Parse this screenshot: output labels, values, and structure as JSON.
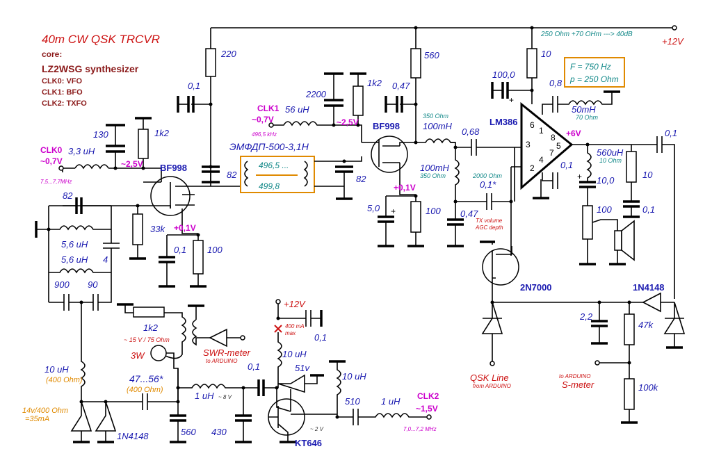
{
  "title": "40m CW QSK TRCVR",
  "core": {
    "label": "core:",
    "synth": "LZ2WSG  synthesizer",
    "clk0": "CLK0: VFO",
    "clk1": "CLK1: BFO",
    "clk2": "CLK2: TXFO"
  },
  "supply": {
    "v12": "+12V",
    "note": "250 Ohm +70 OHm ---> 40dB"
  },
  "filterbox": {
    "f": "F = 750 Hz",
    "p": "p = 250 Ohm"
  },
  "clk0_in": {
    "name": "CLK0",
    "level": "~0,7V",
    "freq": "7,5...7,7MHz"
  },
  "clk1_in": {
    "name": "CLK1",
    "level": "~0,7V",
    "freq": "496,5 kHz"
  },
  "clk2_in": {
    "name": "CLK2",
    "level": "~1,5V",
    "freq": "7,0...7,2 MHz"
  },
  "emf": {
    "name": "ЭМФДП-500-3,1Н",
    "f1": "496,5 ...",
    "f2": "499,8"
  },
  "parts": {
    "r220": "220",
    "c01a": "0,1",
    "r1k2a": "1k2",
    "c130": "130",
    "l33": "3,3 uH",
    "v25a": "~2,5V",
    "bf998a": "BF998",
    "c82a": "82",
    "c82b": "82",
    "c82c": "82",
    "l56a": "5,6 uH",
    "l56b": "5,6 uH",
    "c4": "4",
    "c900": "900",
    "c90": "90",
    "r33k": "33k",
    "v01a": "+0,1V",
    "c01b": "0,1",
    "r100a": "100",
    "c2200": "2200",
    "r1k2b": "1k2",
    "l56u": "56 uH",
    "v25b": "~2,5V",
    "r560": "560",
    "c047a": "0,47",
    "bf998b": "BF998",
    "l350a": "350 Ohm",
    "l100a": "100mH",
    "c068": "0,68",
    "l100b": "100mH",
    "l350b": "350 Ohm",
    "v01b": "+0,1V",
    "c50": "5,0",
    "r100b": "100",
    "r2000": "2000 Ohm",
    "c01s": "0,1*",
    "c047b": "0,47",
    "txvol": "TX volume",
    "agc": "AGC depth",
    "r10": "10",
    "c100": "100,0",
    "c08": "0,8",
    "l50": "50mH",
    "l70": "70 Ohm",
    "lm386": "LM386",
    "p6": "6",
    "p1": "1",
    "p8": "8",
    "p5": "5",
    "p3": "3",
    "p7": "7",
    "p2": "2",
    "p4": "4",
    "v6": "+6V",
    "c01c": "0,1",
    "l560": "560uH",
    "l10o": "10 Ohm",
    "c10": "10,0",
    "r10b": "10",
    "c01d": "0,1",
    "c01e": "0,1",
    "r100c": "100",
    "q2n7000": "2N7000",
    "d1n4148a": "1N4148",
    "c22": "2,2",
    "r47k": "47k",
    "r100k": "100k",
    "qsk": "QSK Line",
    "qsk_from": "from ARDUINO",
    "smeter_to": "to ARDUINO",
    "smeter": "S-meter",
    "r1k2c": "1k2",
    "lamp_v": "~ 15 V / 75 Ohm",
    "w3": "3W",
    "swr": "SWR-meter",
    "swr_to": "to ARDUINO",
    "v12b": "+12V",
    "ma400": "400 mA",
    "max": "max",
    "c01f": "0,1",
    "l10a": "10 uH",
    "l400": "(400 Ohm)",
    "v14": "14v/400 Ohm",
    "ma35": "=35mA",
    "c4756": "47...56*",
    "c400o": "(400 Ohm)",
    "l1a": "1 uH",
    "v8": "~ 8 V",
    "c01g": "0,1",
    "l10b": "10 uH",
    "d51v": "51v",
    "l10c": "10 uH",
    "c510": "510",
    "l1b": "1 uH",
    "v2": "~ 2 V",
    "kt646": "KT646",
    "c560": "560",
    "c430": "430",
    "d1n4148b": "1N4148"
  }
}
